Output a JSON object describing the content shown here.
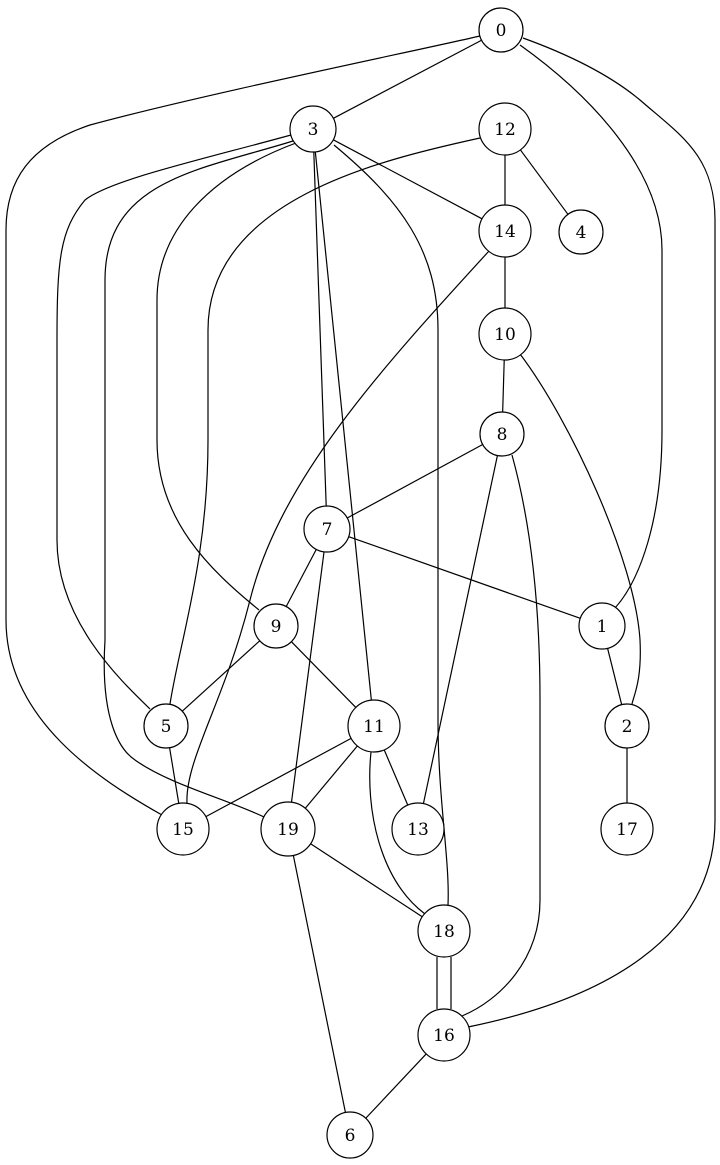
{
  "graph": {
    "type": "undirected",
    "nodes": [
      "0",
      "1",
      "2",
      "3",
      "4",
      "5",
      "6",
      "7",
      "8",
      "9",
      "10",
      "11",
      "12",
      "13",
      "14",
      "15",
      "16",
      "17",
      "18",
      "19"
    ],
    "edges": [
      [
        "0",
        "3"
      ],
      [
        "0",
        "15"
      ],
      [
        "0",
        "1"
      ],
      [
        "0",
        "16"
      ],
      [
        "3",
        "14"
      ],
      [
        "3",
        "7"
      ],
      [
        "3",
        "11"
      ],
      [
        "3",
        "18"
      ],
      [
        "3",
        "5"
      ],
      [
        "3",
        "19"
      ],
      [
        "3",
        "9"
      ],
      [
        "12",
        "14"
      ],
      [
        "12",
        "4"
      ],
      [
        "12",
        "5"
      ],
      [
        "14",
        "10"
      ],
      [
        "14",
        "15"
      ],
      [
        "10",
        "8"
      ],
      [
        "10",
        "2"
      ],
      [
        "8",
        "7"
      ],
      [
        "8",
        "13"
      ],
      [
        "8",
        "16"
      ],
      [
        "7",
        "9"
      ],
      [
        "7",
        "1"
      ],
      [
        "7",
        "19"
      ],
      [
        "9",
        "5"
      ],
      [
        "9",
        "11"
      ],
      [
        "1",
        "2"
      ],
      [
        "2",
        "17"
      ],
      [
        "5",
        "15"
      ],
      [
        "11",
        "15"
      ],
      [
        "11",
        "19"
      ],
      [
        "11",
        "13"
      ],
      [
        "11",
        "18"
      ],
      [
        "19",
        "18"
      ],
      [
        "19",
        "6"
      ],
      [
        "18",
        "16"
      ],
      [
        "18",
        "16"
      ],
      [
        "16",
        "6"
      ]
    ]
  }
}
